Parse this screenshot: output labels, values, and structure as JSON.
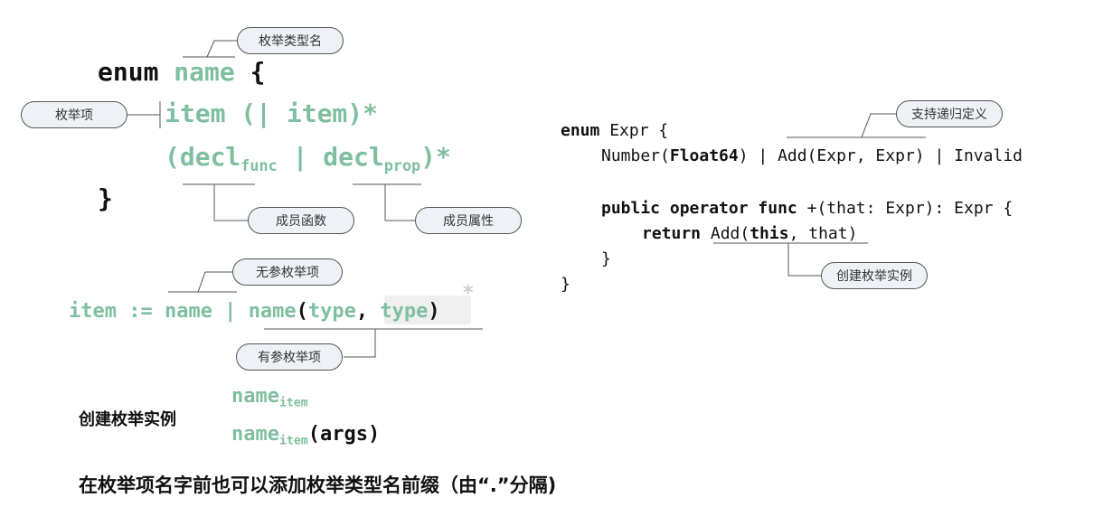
{
  "grammar": {
    "enum_kw": "enum",
    "name": "name",
    "open_brace": "{",
    "item_line": "item (| item)*",
    "decl_open": "(decl",
    "func_sub": "func",
    "pipe": " | ",
    "decl_word": "decl",
    "prop_sub": "prop",
    "decl_close": ")*",
    "close_brace": "}"
  },
  "item_rule": {
    "lhs": "item := name | ",
    "name": "name",
    "open": "(",
    "type1": "type",
    "comma": ", ",
    "type2": "type",
    "close": ")",
    "star": "*"
  },
  "creation": {
    "label": "创建枚举实例",
    "name1": "name",
    "sub1": "item",
    "name2": "name",
    "sub2": "item",
    "args": "(args)"
  },
  "footnote": "在枚举项名字前也可以添加枚举类型名前缀（由“.”分隔)",
  "callouts": {
    "enum_type_name": "枚举类型名",
    "enum_item": "枚举项",
    "member_function": "成员函数",
    "member_property": "成员属性",
    "no_param_item": "无参枚举项",
    "param_item": "有参枚举项",
    "recursive_def": "支持递归定义",
    "create_instance": "创建枚举实例"
  },
  "code": {
    "l1_kw": "enum",
    "l1_rest": " Expr {",
    "l2_a": "Number(",
    "l2_b": "Float64",
    "l2_c": ") | Add(Expr, Expr) | Invalid",
    "l4_kw1": "public",
    "l4_kw2": "operator",
    "l4_kw3": "func",
    "l4_rest": " +(that: Expr): Expr {",
    "l5_kw": "return",
    "l5_a": " Add(",
    "l5_b": "this",
    "l5_c": ", that)",
    "l6": "}",
    "l7": "}"
  }
}
